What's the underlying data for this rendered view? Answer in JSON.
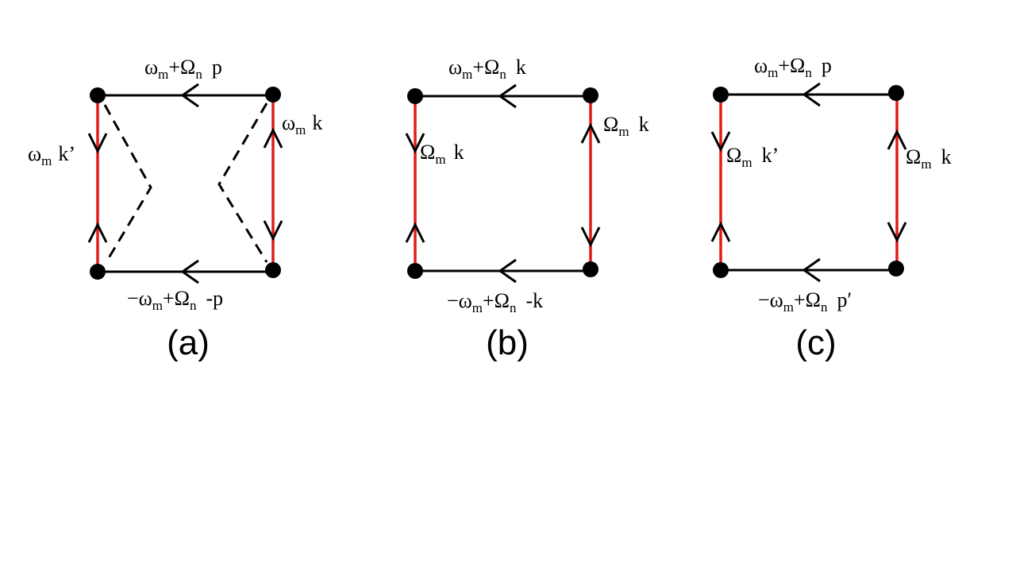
{
  "colors": {
    "fermion_line": "#000000",
    "red_line": "#e21b1b",
    "dashed": "#000000",
    "vertex": "#000000"
  },
  "diagrams": [
    {
      "caption": "(a)",
      "top_label": {
        "w": "ω",
        "w_sub": "m",
        "plus": "+Ω",
        "plus_sub": "n",
        "mom": "p"
      },
      "bottom_label": {
        "w": "−ω",
        "w_sub": "m",
        "plus": "+Ω",
        "plus_sub": "n",
        "mom": "-p"
      },
      "left_label": {
        "w": "ω",
        "w_sub": "m",
        "mom": "k’"
      },
      "right_label": {
        "w": "ω",
        "w_sub": "m",
        "mom": "k"
      }
    },
    {
      "caption": "(b)",
      "top_label": {
        "w": "ω",
        "w_sub": "m",
        "plus": "+Ω",
        "plus_sub": "n",
        "mom": "k"
      },
      "bottom_label": {
        "w": "−ω",
        "w_sub": "m",
        "plus": "+Ω",
        "plus_sub": "n",
        "mom": "-k"
      },
      "left_label": {
        "w": "Ω",
        "w_sub": "m",
        "mom": "k"
      },
      "right_label": {
        "w": "Ω",
        "w_sub": "m",
        "mom": "k"
      }
    },
    {
      "caption": "(c)",
      "top_label": {
        "w": "ω",
        "w_sub": "m",
        "plus": "+Ω",
        "plus_sub": "n",
        "mom": "p"
      },
      "bottom_label": {
        "w": "−ω",
        "w_sub": "m",
        "plus": "+Ω",
        "plus_sub": "n",
        "mom": "p′"
      },
      "left_label": {
        "w": "Ω",
        "w_sub": "m",
        "mom": "k’"
      },
      "right_label": {
        "w": "Ω",
        "w_sub": "m",
        "mom": "k"
      }
    }
  ]
}
